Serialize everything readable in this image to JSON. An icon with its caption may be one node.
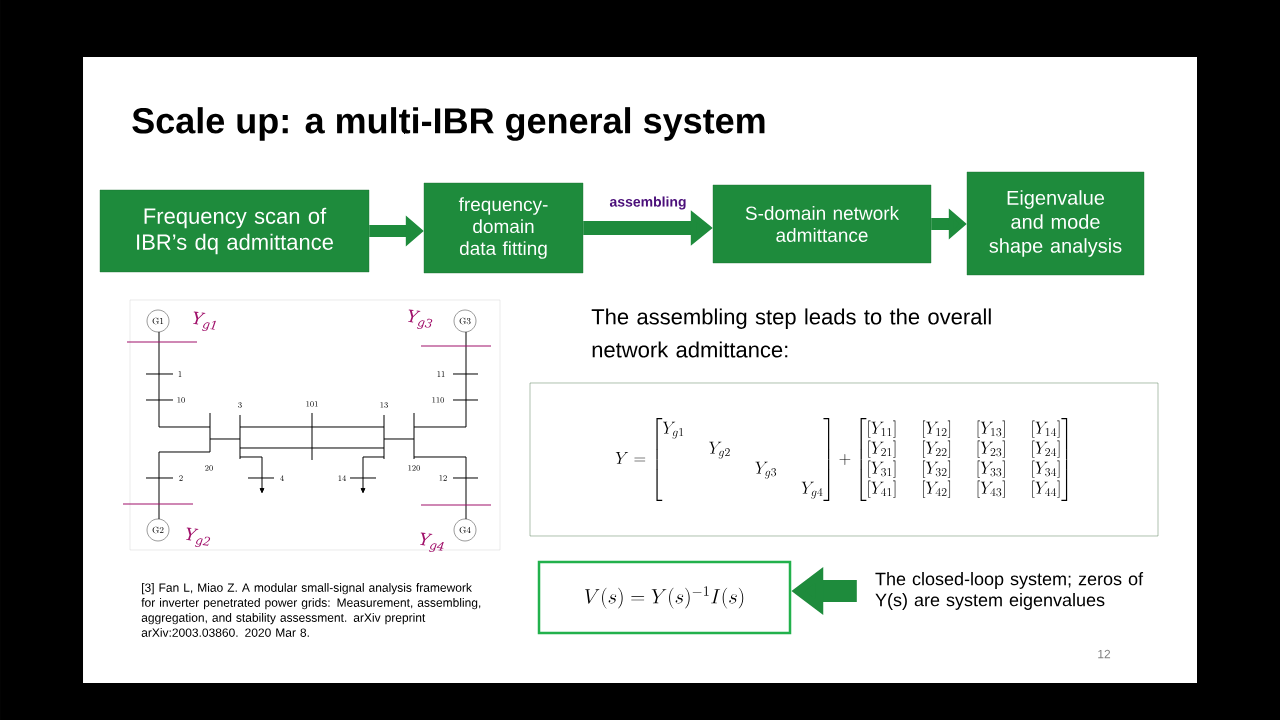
{
  "diagram": {
    "title": "Scale up: a multi-IBR general system",
    "nodes": [
      {
        "text": [
          "Frequency scan of IBR’s dq admittance"
        ]
      },
      {
        "text": [
          "frequency-domain data fitting"
        ]
      },
      {
        "text": [
          "S-domain network admittance"
        ]
      },
      {
        "text": [
          "Eigenvalue and mode shape analysis"
        ]
      },
      {
        "text": [
          "Y = \\begin{bmatrix} Y_{g1} & & & \\\\ & Y_{g2} & & \\\\ & & Y_{g3} & \\\\ & & & Y_{g4} \\end{bmatrix} + \\begin{bmatrix} [Y_{11}] & [Y_{12}] & [Y_{13}] & [Y_{14}] \\\\ [Y_{21}] & [Y_{22}] & [Y_{23}] & [Y_{24}] \\\\ [Y_{31}] & [Y_{32}] & [Y_{33}] & [Y_{34}] \\\\ [Y_{41}] & [Y_{42}] & [Y_{43}] & [Y_{44}] \\end{bmatrix}"
        ]
      },
      {
        "text": [
          "V(s) = Y(s)^{-1} I(s)"
        ]
      },
      {
        "text": [
          "The closed-loop system; zeros of Y(s) are system eigenvalues"
        ]
      }
    ],
    "edges": [
      {
        "from": 0,
        "to": 1,
        "arrow": "to"
      },
      {
        "from": 1,
        "to": 2,
        "arrow": "to",
        "label": "assembling"
      },
      {
        "from": 2,
        "to": 3,
        "arrow": "to"
      },
      {
        "from": 6,
        "to": 5,
        "arrow": "to",
        "style": "thick"
      }
    ],
    "labels": [
      "G1",
      "Y$_{g1}$",
      "Y$_{g3}$",
      "G3",
      "1",
      "11",
      "10",
      "110",
      "3",
      "101",
      "13",
      "20",
      "120",
      "2",
      "4",
      "14",
      "12",
      "G2",
      "Y$_{g2}$",
      "Y$_{g4}$",
      "G4",
      "The assembling step leads to the overall network admittance:",
      "[3] Fan L, Miao Z. A modular small-signal analysis framework for inverter penetrated power grids: Measurement, assembling, aggregation, and stability assessment. arXiv preprint arXiv:2003.03860. 2020 Mar 8.",
      "12"
    ]
  }
}
